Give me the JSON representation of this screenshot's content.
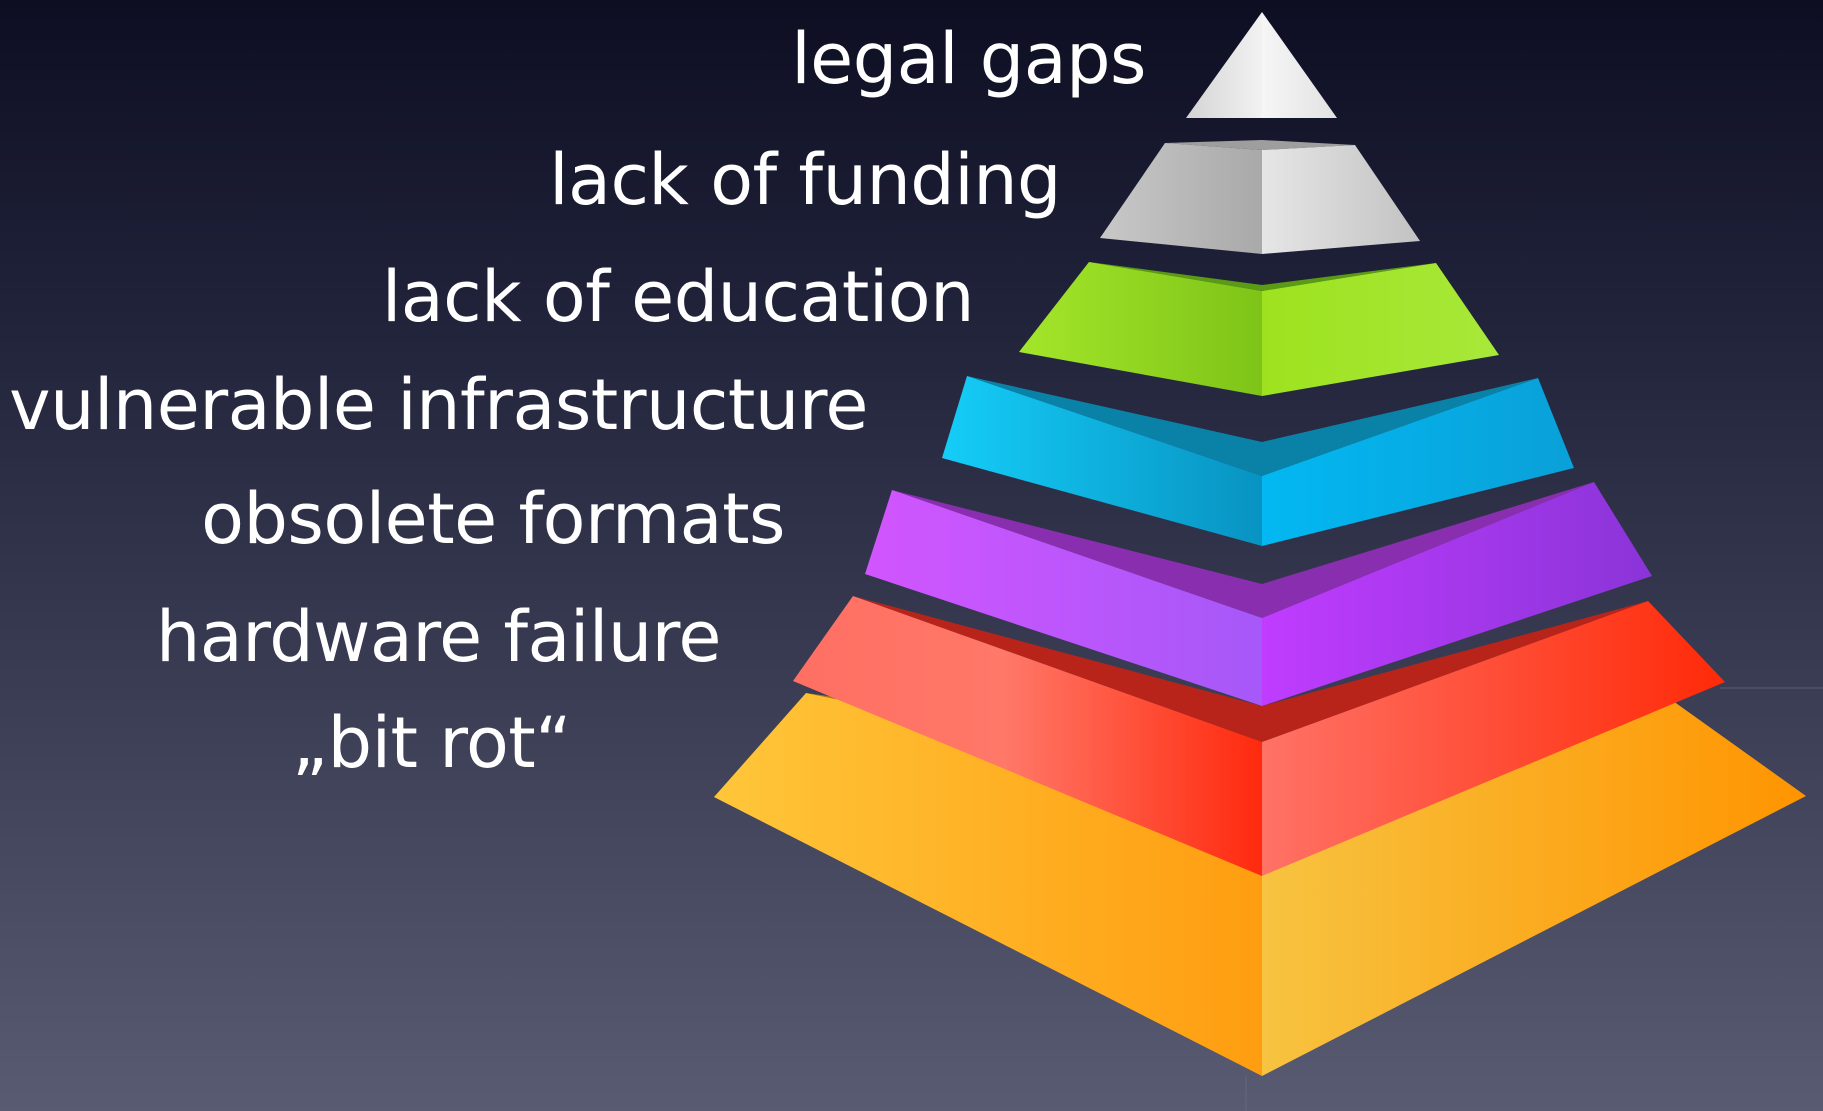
{
  "layers": [
    {
      "label": "legal gaps",
      "colors": {
        "light": "#e8e8e8",
        "mid": "#cfcfcf",
        "dark": "#f4f4f4"
      }
    },
    {
      "label": "lack of funding",
      "colors": {
        "light": "#bdbdbd",
        "mid": "#9e9e9e",
        "dark": "#d8d8d8"
      }
    },
    {
      "label": "lack of education",
      "colors": {
        "light": "#9ee21f",
        "mid": "#5a9a14",
        "dark": "#8cd21c"
      }
    },
    {
      "label": "vulnerable infrastructure",
      "colors": {
        "light": "#14c6f5",
        "mid": "#0a82a8",
        "dark": "#0aa6e0"
      }
    },
    {
      "label": "obsolete formats",
      "colors": {
        "light": "#c34bff",
        "mid": "#8a2eb0",
        "dark": "#a03ae6"
      }
    },
    {
      "label": "hardware failure",
      "colors": {
        "light": "#ff6a5e",
        "mid": "#b8241a",
        "dark": "#ff2a10"
      }
    },
    {
      "label": "„bit rot“",
      "colors": {
        "light": "#ffc93a",
        "mid": "#a37a10",
        "dark": "#ff9a08"
      }
    }
  ]
}
